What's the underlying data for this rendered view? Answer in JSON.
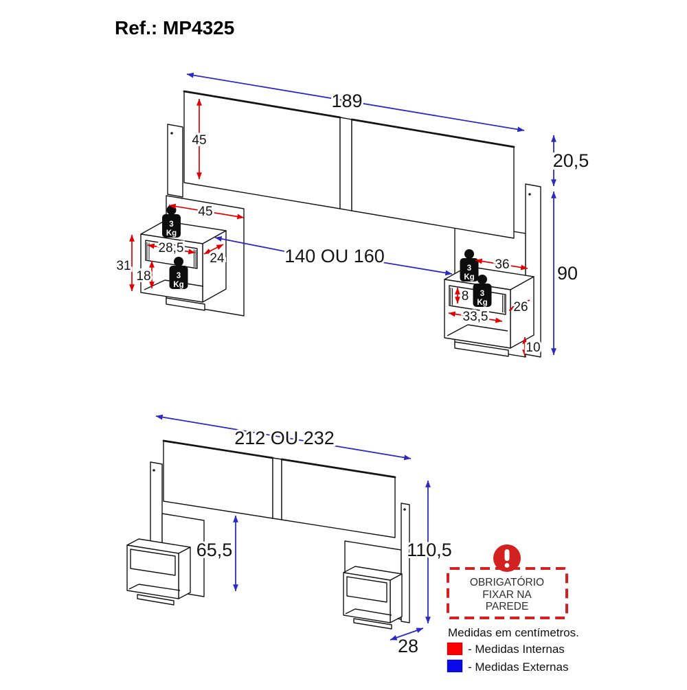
{
  "title": "Ref.: MP4325",
  "colors": {
    "c-int": "#e10000",
    "c-ext": "#2a2ac2",
    "c-lgr": "#fa0000",
    "c-lgb": "#0909ec",
    "c-warn": "#d32020"
  },
  "weight_badge": {
    "value": "3",
    "unit": "Kg"
  },
  "top": {
    "width": "189",
    "panel_height": "45",
    "section_width": "45",
    "gap_top": "20,5",
    "total_height": "90",
    "bed_width": "140 OU 160",
    "ns_left": {
      "height": "31",
      "drawer_width": "28,5",
      "depth": "24",
      "shelf_height": "18"
    },
    "ns_right": {
      "top_width": "36",
      "drawer_height": "8",
      "depth": "26",
      "shelf_width": "33,5",
      "base_height": "10"
    }
  },
  "bottom": {
    "width": "212 OU 232",
    "shelf_drop": "65,5",
    "total_height": "110,5",
    "depth": "28"
  },
  "warning": {
    "line1": "OBRIGATÓRIO",
    "line2": "FIXAR NA",
    "line3": "PAREDE"
  },
  "legend": {
    "note": "Medidas em centímetros.",
    "internal": "- Medidas Internas",
    "external": "- Medidas Externas"
  }
}
